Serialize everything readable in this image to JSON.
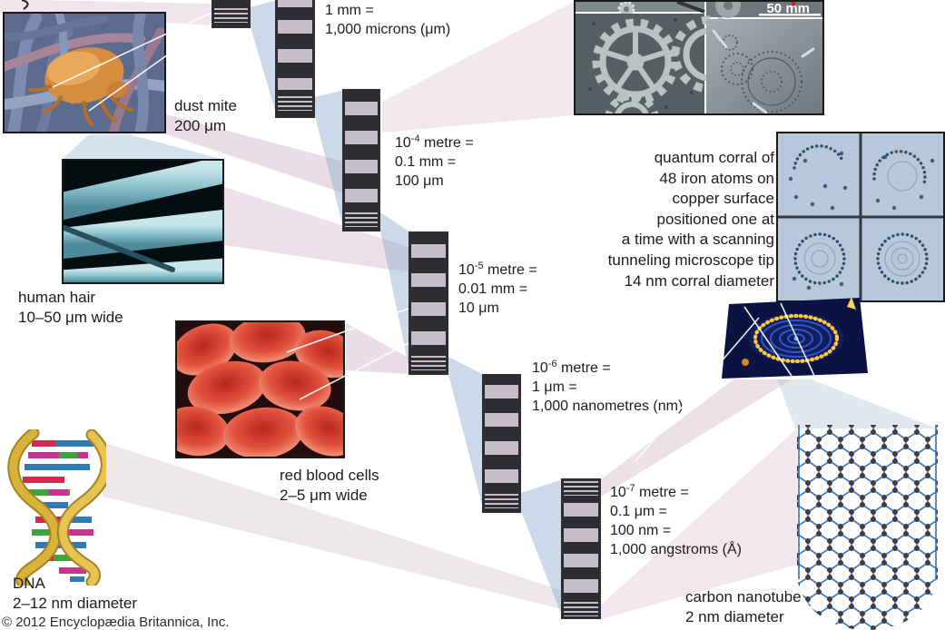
{
  "copyright": "© 2012 Encyclopædia Britannica, Inc.",
  "captions": {
    "dust_mite": [
      "dust mite",
      "200 μm"
    ],
    "human_hair": [
      "human hair",
      "10–50 μm wide"
    ],
    "red_blood_cells": [
      "red blood cells",
      "2–5 μm wide"
    ],
    "dna": [
      "DNA",
      "2–12 nm diameter"
    ],
    "carbon_nanotube": [
      "carbon nanotube",
      "2 nm diameter"
    ],
    "quantum_corral": [
      "quantum corral of",
      "48 iron atoms on",
      "copper surface",
      "positioned one at",
      "a time with a scanning",
      "tunneling microscope tip",
      "14 nm corral diameter"
    ]
  },
  "scale_labels": {
    "mm": [
      [
        {
          "text": "1 mm ="
        }
      ],
      [
        {
          "text": "1,000 microns (μm)"
        }
      ]
    ],
    "m4": [
      [
        {
          "text": "10"
        },
        {
          "sup": "-4"
        },
        {
          "text": " metre ="
        }
      ],
      [
        {
          "text": "0.1 mm ="
        }
      ],
      [
        {
          "text": "100 μm"
        }
      ]
    ],
    "m5": [
      [
        {
          "text": "10"
        },
        {
          "sup": "-5"
        },
        {
          "text": " metre ="
        }
      ],
      [
        {
          "text": "0.01 mm ="
        }
      ],
      [
        {
          "text": "10 μm"
        }
      ]
    ],
    "m6": [
      [
        {
          "text": "10"
        },
        {
          "sup": "-6"
        },
        {
          "text": " metre ="
        }
      ],
      [
        {
          "text": "1 μm ="
        }
      ],
      [
        {
          "text": "1,000 nanometres (nm)"
        }
      ]
    ],
    "m7": [
      [
        {
          "text": "10"
        },
        {
          "sup": "-7"
        },
        {
          "text": " metre ="
        }
      ],
      [
        {
          "text": "0.1 μm ="
        }
      ],
      [
        {
          "text": "100 nm ="
        }
      ],
      [
        {
          "text": "1,000 angstroms (Å)"
        }
      ]
    ]
  },
  "micro_gears": {
    "scale_bar": "50 mm"
  },
  "colors": {
    "ruler_dark": "#2e2d32",
    "ruler_band": "#c6bdca",
    "cone_pink": "rgba(205,170,190,0.38)",
    "cone_blue": "rgba(140,170,205,0.45)"
  }
}
